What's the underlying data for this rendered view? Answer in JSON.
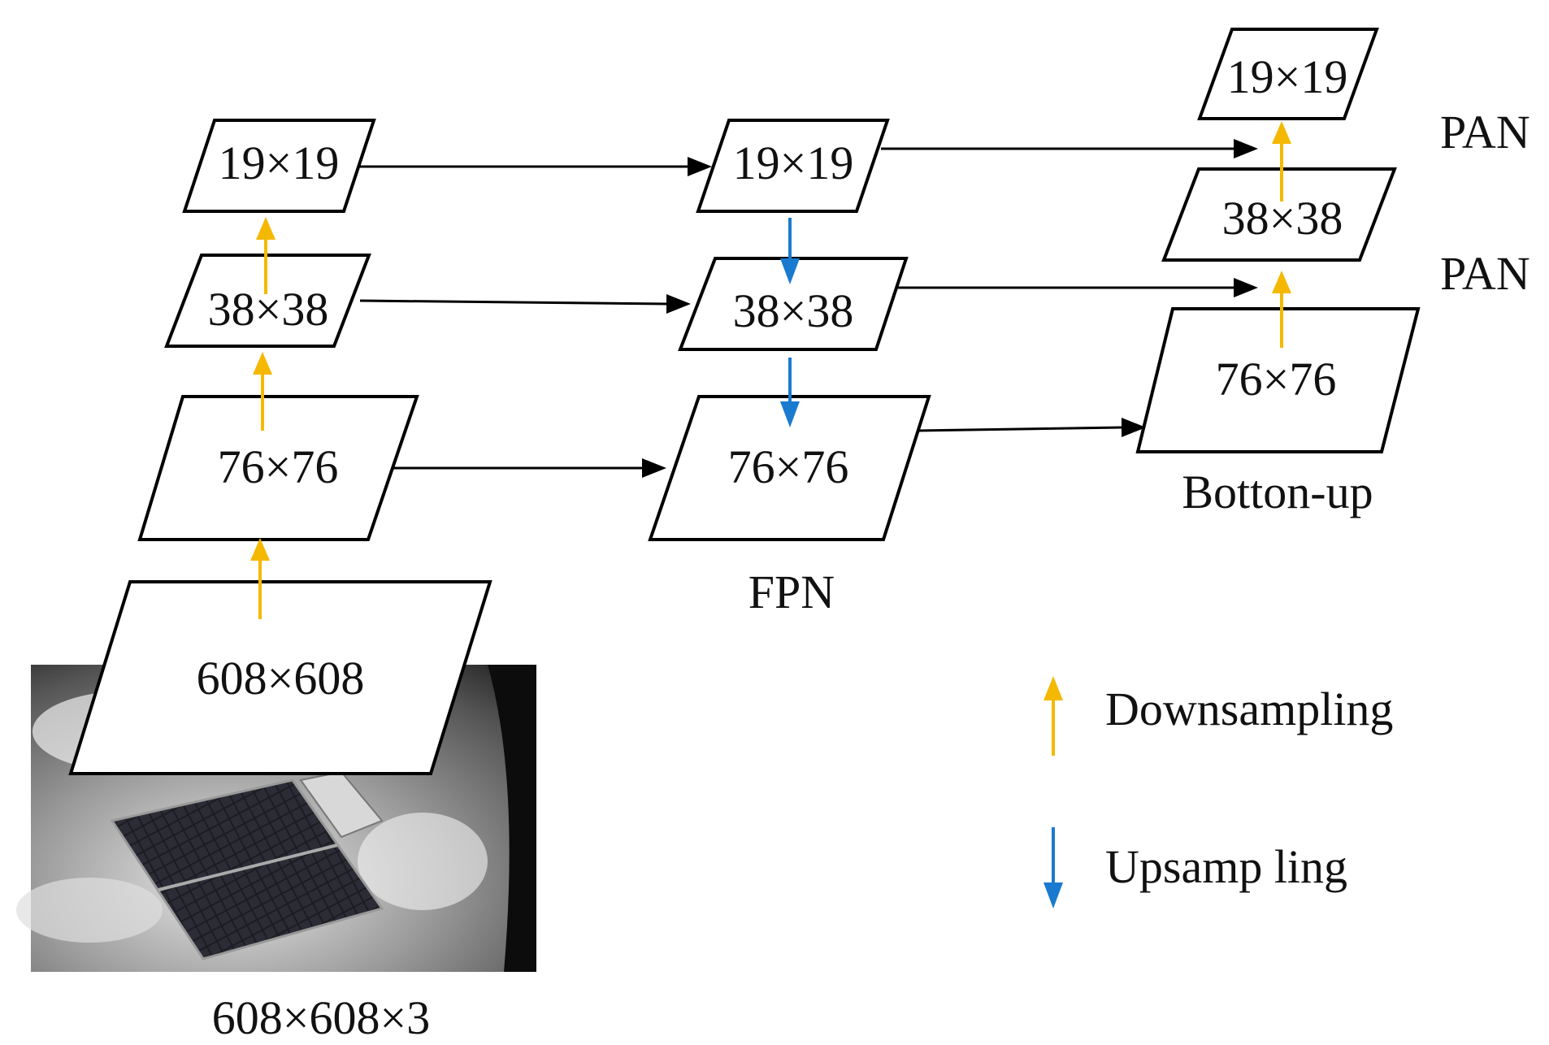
{
  "colors": {
    "downsampling": "#f5b800",
    "upsampling": "#1a7ad0",
    "connection": "#000000"
  },
  "input": {
    "image_label": "608×608×3",
    "image_icon": "satellite-earth-photo"
  },
  "backbone": {
    "input_box": "608×608",
    "level_76": "76×76",
    "level_38": "38×38",
    "level_19": "19×19"
  },
  "fpn": {
    "caption": "FPN",
    "level_19": "19×19",
    "level_38": "38×38",
    "level_76": "76×76"
  },
  "pan": {
    "caption": "Botton-up",
    "level_76": "76×76",
    "level_38": "38×38",
    "level_19": "19×19",
    "label_top": "PAN",
    "label_mid": "PAN"
  },
  "legend": {
    "downsampling": "Downsampling",
    "upsampling": "Upsamp ling"
  }
}
